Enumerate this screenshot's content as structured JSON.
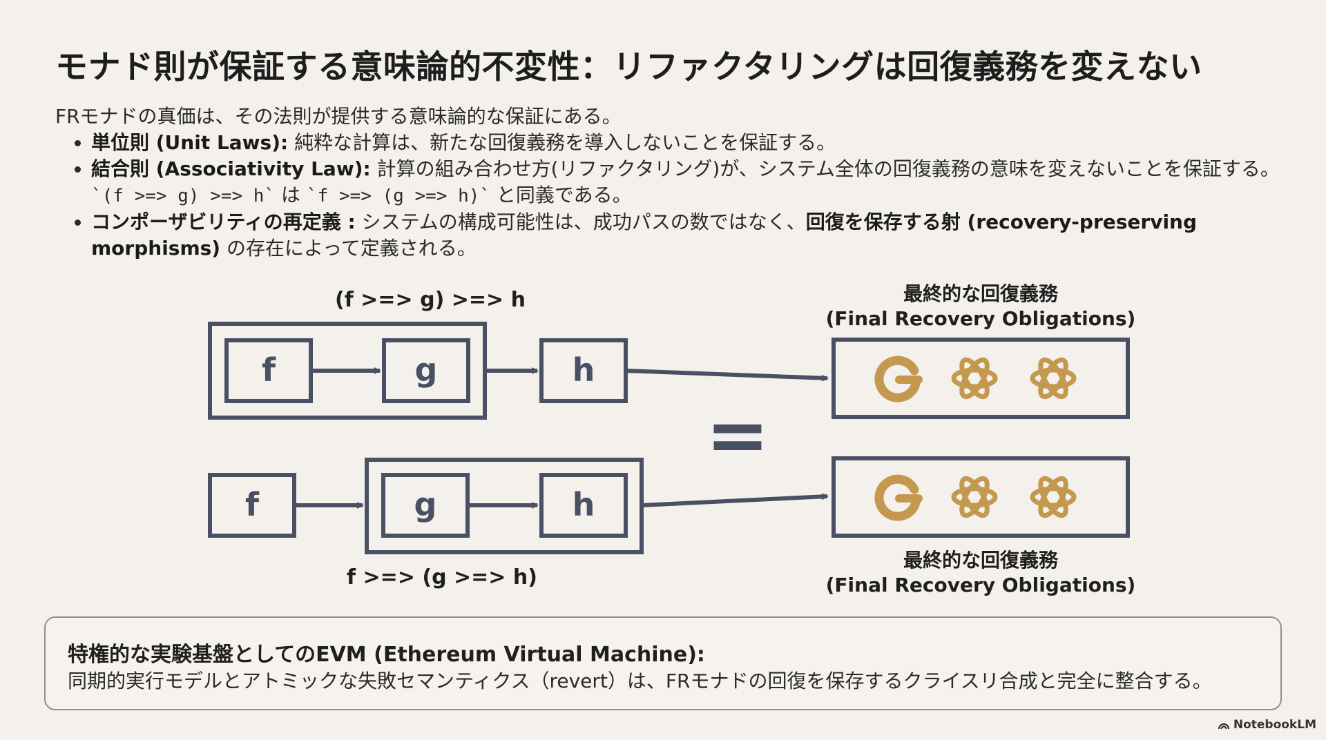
{
  "title": "モナド則が保証する意味論的不変性：リファクタリングは回復義務を変えない",
  "intro": {
    "lead": "FRモナドの真価は、その法則が提供する意味論的な保証にある。",
    "bullets": [
      {
        "term": "単位則 (Unit Laws):",
        "text": " 純粋な計算は、新たな回復義務を導入しないことを保証する。"
      },
      {
        "term": "結合則 (Associativity Law):",
        "text": " 計算の組み合わせ方(リファクタリング)が、システム全体の回復義務の意味を変えないことを保証する。",
        "code_a": "`(f >=> g) >=> h`",
        "mid": " は ",
        "code_b": "`f >=> (g >=> h)`",
        "tail": " と同義である。"
      },
      {
        "term": "コンポーザビリティの再定義 :",
        "text": " システムの構成可能性は、成功パスの数ではなく、",
        "term2": "回復を保存する射 (recovery-preserving morphisms)",
        "tail": " の存在によって定義される。"
      }
    ]
  },
  "diagram": {
    "top_label": "(f >=> g) >=> h",
    "bottom_label": "f >=> (g >=> h)",
    "equals": "=",
    "nodes": {
      "f": "f",
      "g": "g",
      "h": "h"
    },
    "result_label_jp": "最終的な回復義務",
    "result_label_en": "(Final Recovery Obligations)",
    "result_icons": [
      "google-g-icon",
      "openai-knot-icon",
      "openai-knot-icon"
    ],
    "colors": {
      "box": "#4a5064",
      "icon": "#c4994f"
    }
  },
  "evm": {
    "title": "特権的な実験基盤としてのEVM (Ethereum Virtual Machine):",
    "text": "同期的実行モデルとアトミックな失敗セマンティクス（revert）は、FRモナドの回復を保存するクライスリ合成と完全に整合する。"
  },
  "brand": "NotebookLM"
}
